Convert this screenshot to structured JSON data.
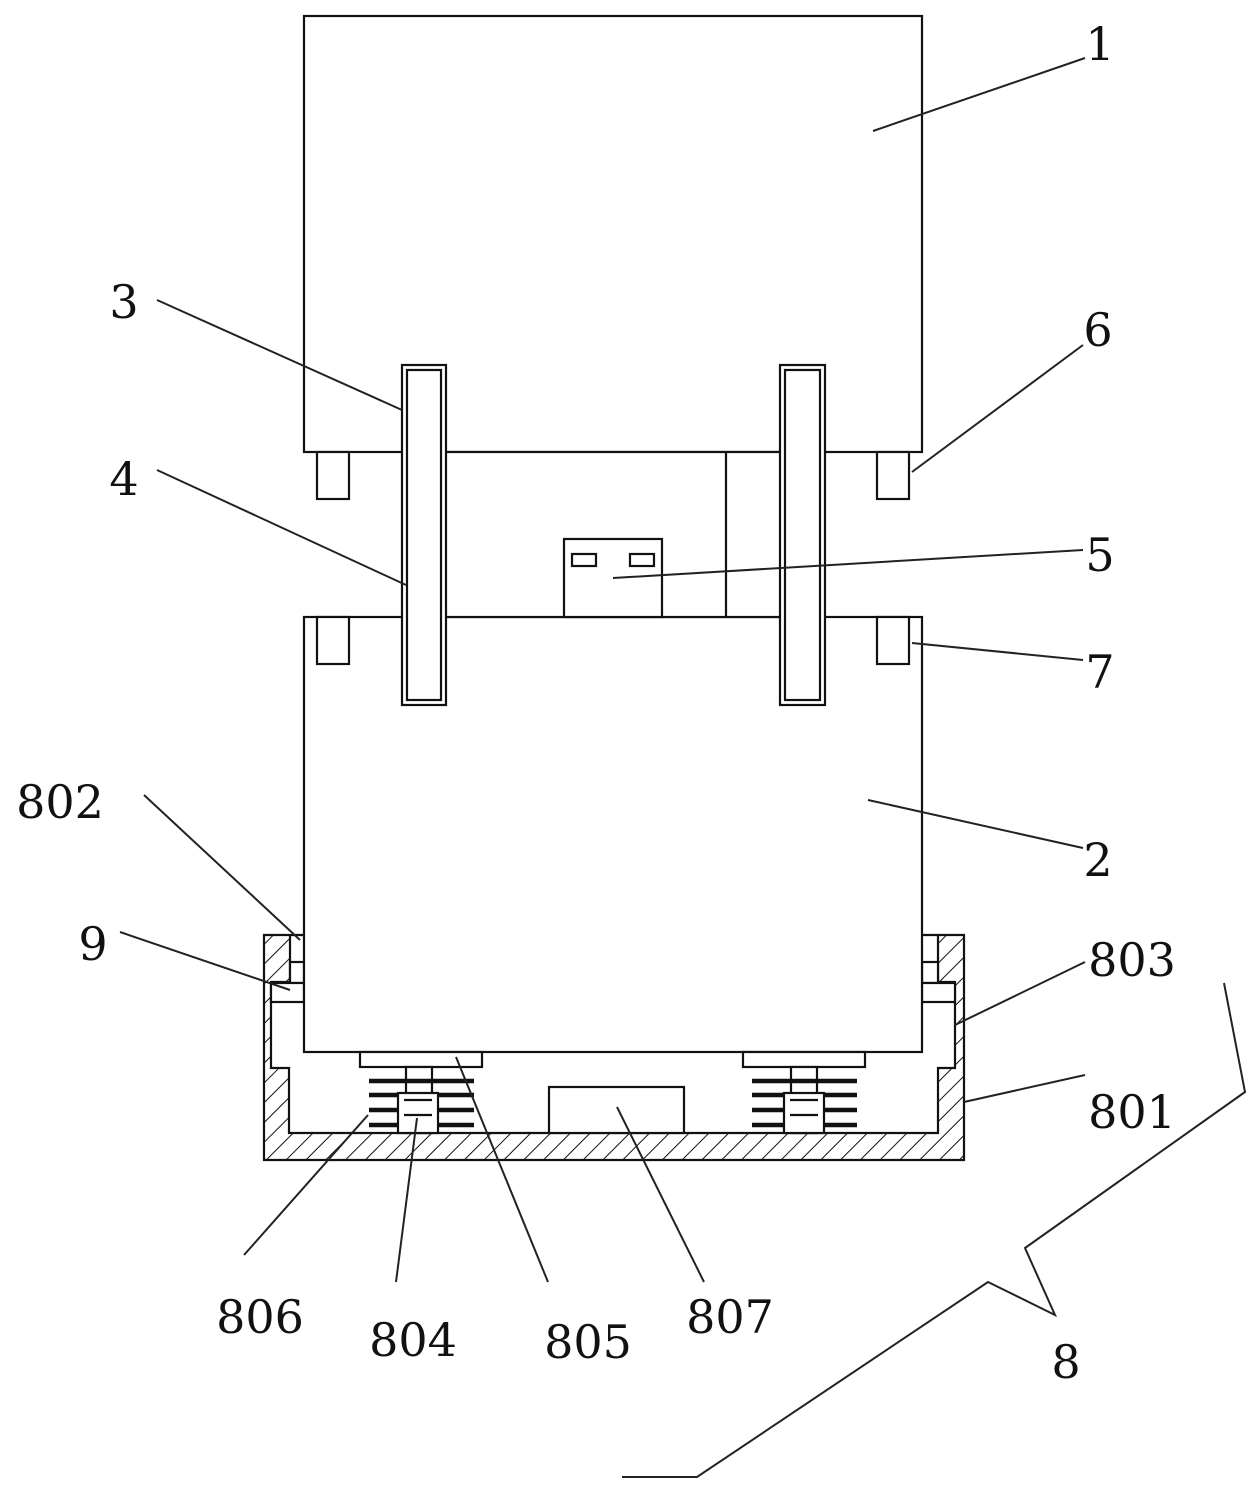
{
  "diagram": {
    "type": "patent mechanical drawing",
    "colors": {
      "line": "#111111",
      "background": "#ffffff"
    },
    "labels": {
      "l1": "1",
      "l2": "2",
      "l3": "3",
      "l4": "4",
      "l5": "5",
      "l6": "6",
      "l7": "7",
      "l8": "8",
      "l9": "9",
      "l801": "801",
      "l802": "802",
      "l803": "803",
      "l804": "804",
      "l805": "805",
      "l806": "806",
      "l807": "807"
    }
  }
}
